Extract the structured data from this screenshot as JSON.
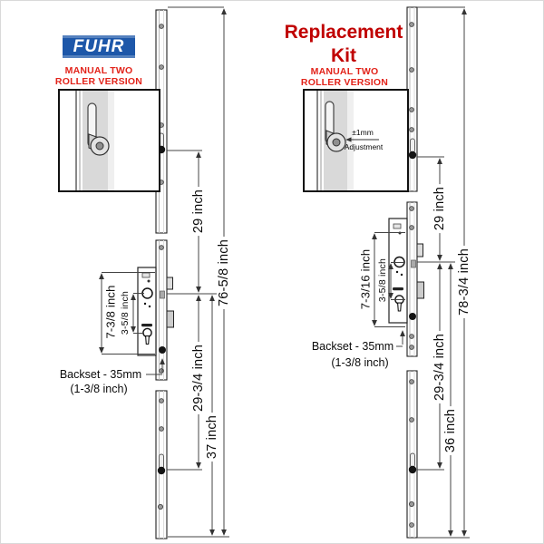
{
  "colors": {
    "brand_blue": "#1d57a9",
    "version_red": "#e2231a",
    "title_red": "#c00000",
    "line_color": "#333333"
  },
  "left": {
    "logo_text": "FUHR",
    "version_line1": "MANUAL TWO",
    "version_line2": "ROLLER VERSION",
    "dims": {
      "upper_span": "29 inch",
      "total": "76-5/8 inch",
      "lower_span": "29-3/4 inch",
      "bottom_span": "37 inch",
      "case_height": "7-3/8 inch",
      "pz_distance": "3-5/8 inch",
      "backset_line1": "Backset - 35mm",
      "backset_line2": "(1-3/8 inch)"
    }
  },
  "right": {
    "title_line1": "Replacement",
    "title_line2": "Kit",
    "version_line1": "MANUAL TWO",
    "version_line2": "ROLLER VERSION",
    "inset": {
      "adjustment_value": "±1mm",
      "adjustment_label": "Adjustment"
    },
    "dims": {
      "upper_span": "29 inch",
      "total": "78-3/4 inch",
      "lower_span": "29-3/4 inch",
      "bottom_span": "36 inch",
      "case_height": "7-3/16 inch",
      "pz_distance": "3-5/8 inch",
      "backset_line1": "Backset - 35mm",
      "backset_line2": "(1-3/8 inch)"
    }
  }
}
